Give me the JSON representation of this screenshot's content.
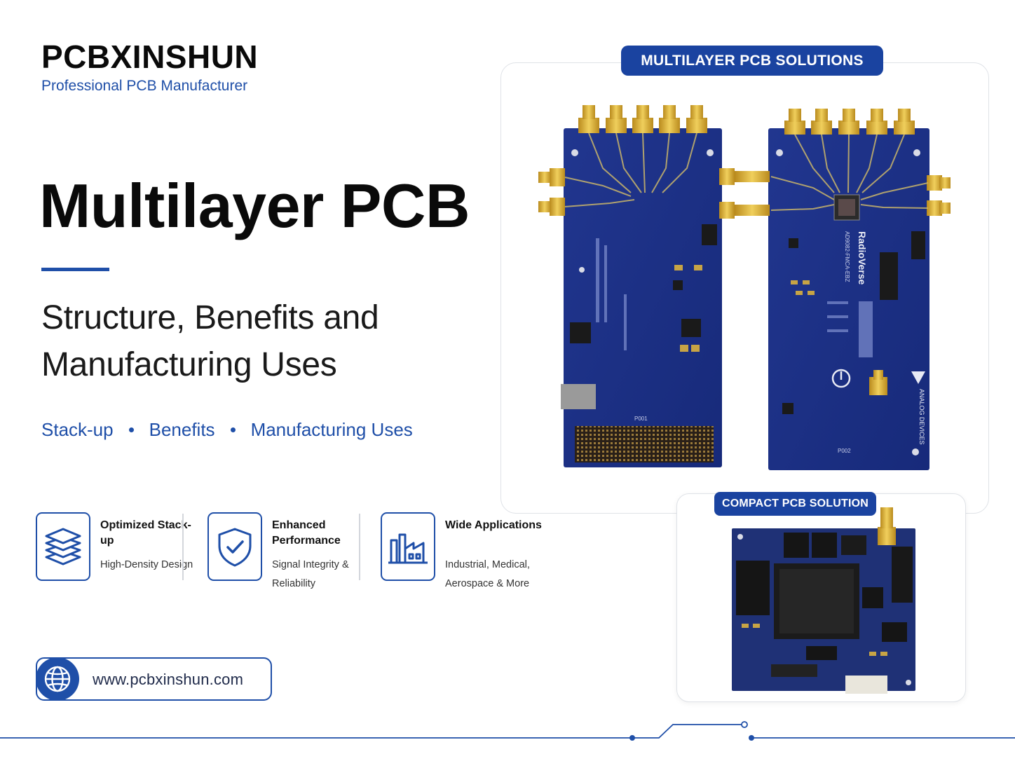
{
  "brand": {
    "name": "PCBXINSHUN",
    "tagline": "Professional PCB Manufacturer"
  },
  "hero": {
    "title": "Multilayer PCB",
    "subtitle_line1": "Structure, Benefits and",
    "subtitle_line2": "Manufacturing Uses",
    "topics": [
      "Stack-up",
      "Benefits",
      "Manufacturing Uses"
    ]
  },
  "features": [
    {
      "title": "Optimized Stack-up",
      "desc": "High-Density Design",
      "icon": "layers-icon"
    },
    {
      "title": "Enhanced Performance",
      "desc": "Signal Integrity & Reliability",
      "icon": "shield-check-icon"
    },
    {
      "title": "Wide Applications",
      "desc": "Industrial, Medical, Aerospace & More",
      "icon": "factory-icon"
    }
  ],
  "website": {
    "url": "www.pcbxinshun.com",
    "icon": "globe-icon"
  },
  "panels": {
    "main_label": "MULTILAYER PCB SOLUTIONS",
    "compact_label": "COMPACT PCB SOLUTION",
    "board_markings": {
      "brand_vertical": "RadioVerse",
      "part_vertical": "AD9082-FMCA-EBZ",
      "maker_vertical": "ANALOG DEVICES",
      "connector_left": "P001",
      "connector_right": "P002"
    }
  },
  "colors": {
    "brand_blue": "#1f4fa8",
    "label_blue": "#1a43a0",
    "pcb_blue": "#1b2f8a",
    "gold": "#d4a72c"
  }
}
